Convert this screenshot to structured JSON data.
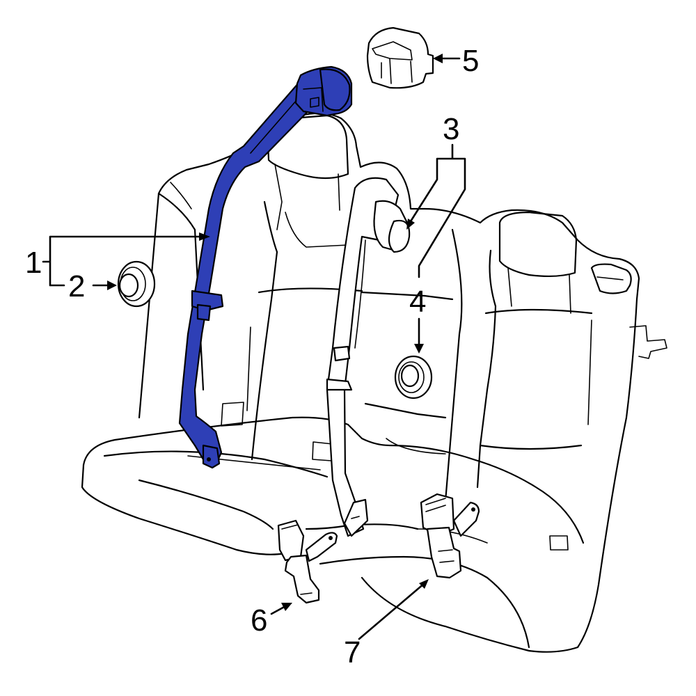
{
  "colors": {
    "highlight": "#2E3FB6",
    "outline": "#000000",
    "background": "#FFFFFF"
  },
  "highlighted_part": "1",
  "callouts": [
    {
      "id": "1",
      "label": "1"
    },
    {
      "id": "2",
      "label": "2"
    },
    {
      "id": "3",
      "label": "3"
    },
    {
      "id": "4",
      "label": "4"
    },
    {
      "id": "5",
      "label": "5"
    },
    {
      "id": "6",
      "label": "6"
    },
    {
      "id": "7",
      "label": "7"
    }
  ]
}
